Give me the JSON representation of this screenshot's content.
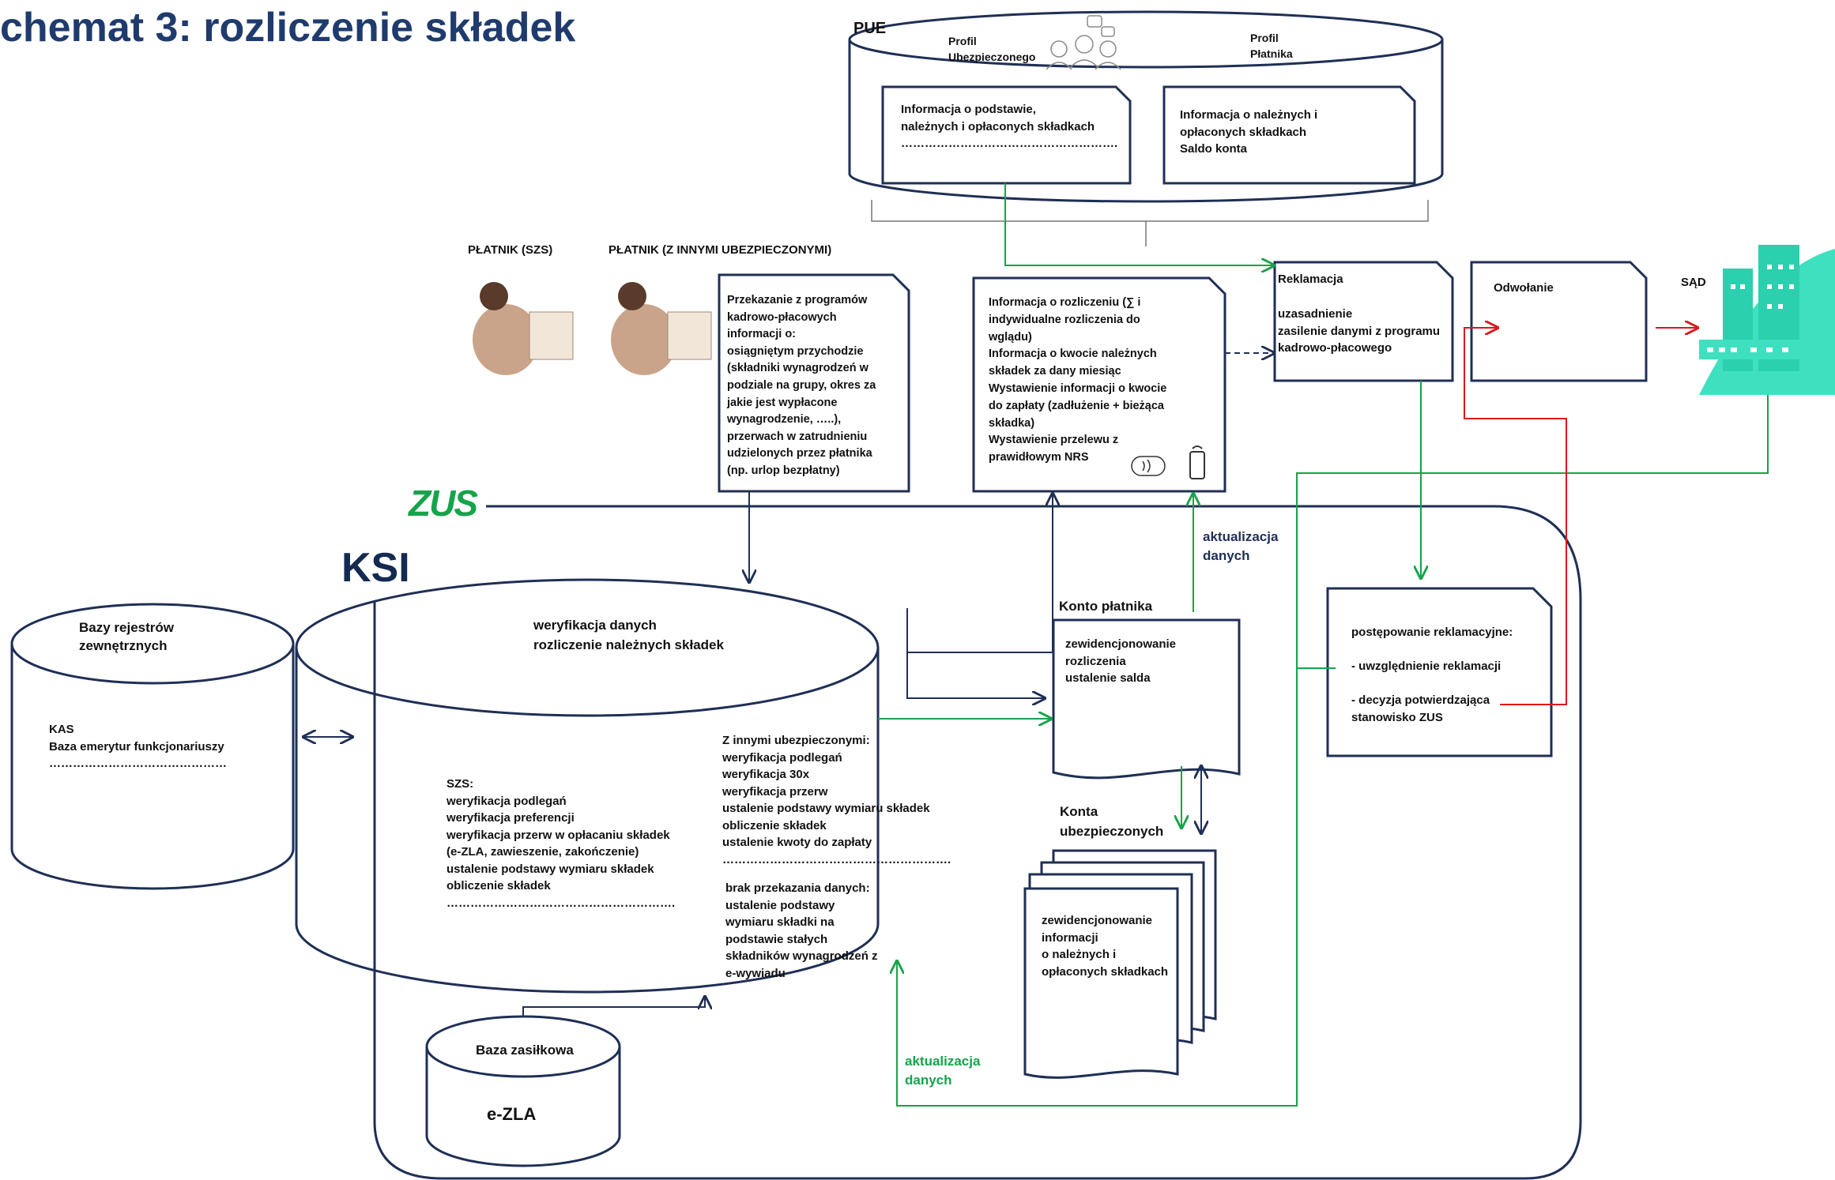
{
  "title": "chemat 3: rozliczenie składek",
  "pue": {
    "label": "PUE",
    "profil_ubezpieczonego": "Profil\nUbezpieczonego",
    "profil_platnika": "Profil\nPłatnika",
    "doc_left": "Informacja o podstawie,\nnależnych i opłaconych składkach\n……………………………………………….",
    "doc_right": "Informacja o należnych i\nopłaconych składkach\nSaldo konta"
  },
  "platnik_szs": "PŁATNIK (SZS)",
  "platnik_inni": "PŁATNIK (Z INNYMI UBEZPIECZONYMI)",
  "przekazanie": "Przekazanie z programów\nkadrowo-płacowych\ninformacji o:\nosiągniętym przychodzie\n(składniki wynagrodzeń w\npodziale na grupy, okres za\njakie jest wypłacone\nwynagrodzenie, …..),\nprzerwach w zatrudnieniu\nudzielonych przez płatnika\n(np. urlop bezpłatny)",
  "informacja_rozliczenie": "Informacja o rozliczeniu (∑ i\nindywidualne rozliczenia do\nwglądu)\nInformacja o kwocie należnych\nskładek za dany miesiąc\nWystawienie informacji  o kwocie\ndo zapłaty (zadłużenie + bieżąca\nskładka)\nWystawienie przelewu z\nprawidłowym NRS",
  "reklamacja": {
    "title": "Reklamacja",
    "body": "uzasadnienie\nzasilenie danymi z programu\nkadrowo-płacowego"
  },
  "odwolanie": "Odwołanie",
  "sad": "SĄD",
  "zus_logo": "ZUS",
  "ksi": "KSI",
  "bazy_rejestrow": {
    "title": "Bazy rejestrów\nzewnętrznych",
    "body": "KAS\nBaza emerytur funkcjonariuszy\n………………………………………"
  },
  "weryfikacja": {
    "title": "weryfikacja danych\nrozliczenie należnych składek",
    "szs": "SZS:\nweryfikacja podlegań\nweryfikacja preferencji\nweryfikacja przerw w opłacaniu składek\n(e-ZLA, zawieszenie, zakończenie)\nustalenie podstawy wymiaru składek\nobliczenie składek\n………………………………………………….",
    "inni": "Z innymi ubezpieczonymi:\nweryfikacja podlegań\nweryfikacja 30x\nweryfikacja przerw\nustalenie podstawy wymiaru składek\nobliczenie składek\nustalenie kwoty do zapłaty\n………………………………………………….",
    "brak": "brak przekazania danych:\nustalenie podstawy\nwymiaru składki na\npodstawie stałych\nskładników wynagrodzeń z\ne-wywiadu"
  },
  "baza_zasilkowa": {
    "title": "Baza zasiłkowa",
    "body": "e-ZLA"
  },
  "konto_platnika": {
    "title": "Konto płatnika",
    "body": "zewidencjonowanie\nrozliczenia\nustalenie salda"
  },
  "konta_ubezpieczonych": {
    "title": "Konta\nubezpieczonych",
    "body": "zewidencjonowanie\ninformacji\no należnych i\nopłaconych składkach"
  },
  "aktualizacja_top": "aktualizacja\ndanych",
  "aktualizacja_bottom": "aktualizacja\ndanych",
  "postepowanie": "postępowanie reklamacyjne:\n\n- uwzględnienie reklamacji\n\n- decyzja potwierdzająca\n  stanowisko ZUS",
  "colors": {
    "navy": "#1f2f55",
    "green": "#17a34a",
    "red": "#e0161b",
    "teal": "#3fe0c0",
    "title": "#1f3b6e"
  }
}
